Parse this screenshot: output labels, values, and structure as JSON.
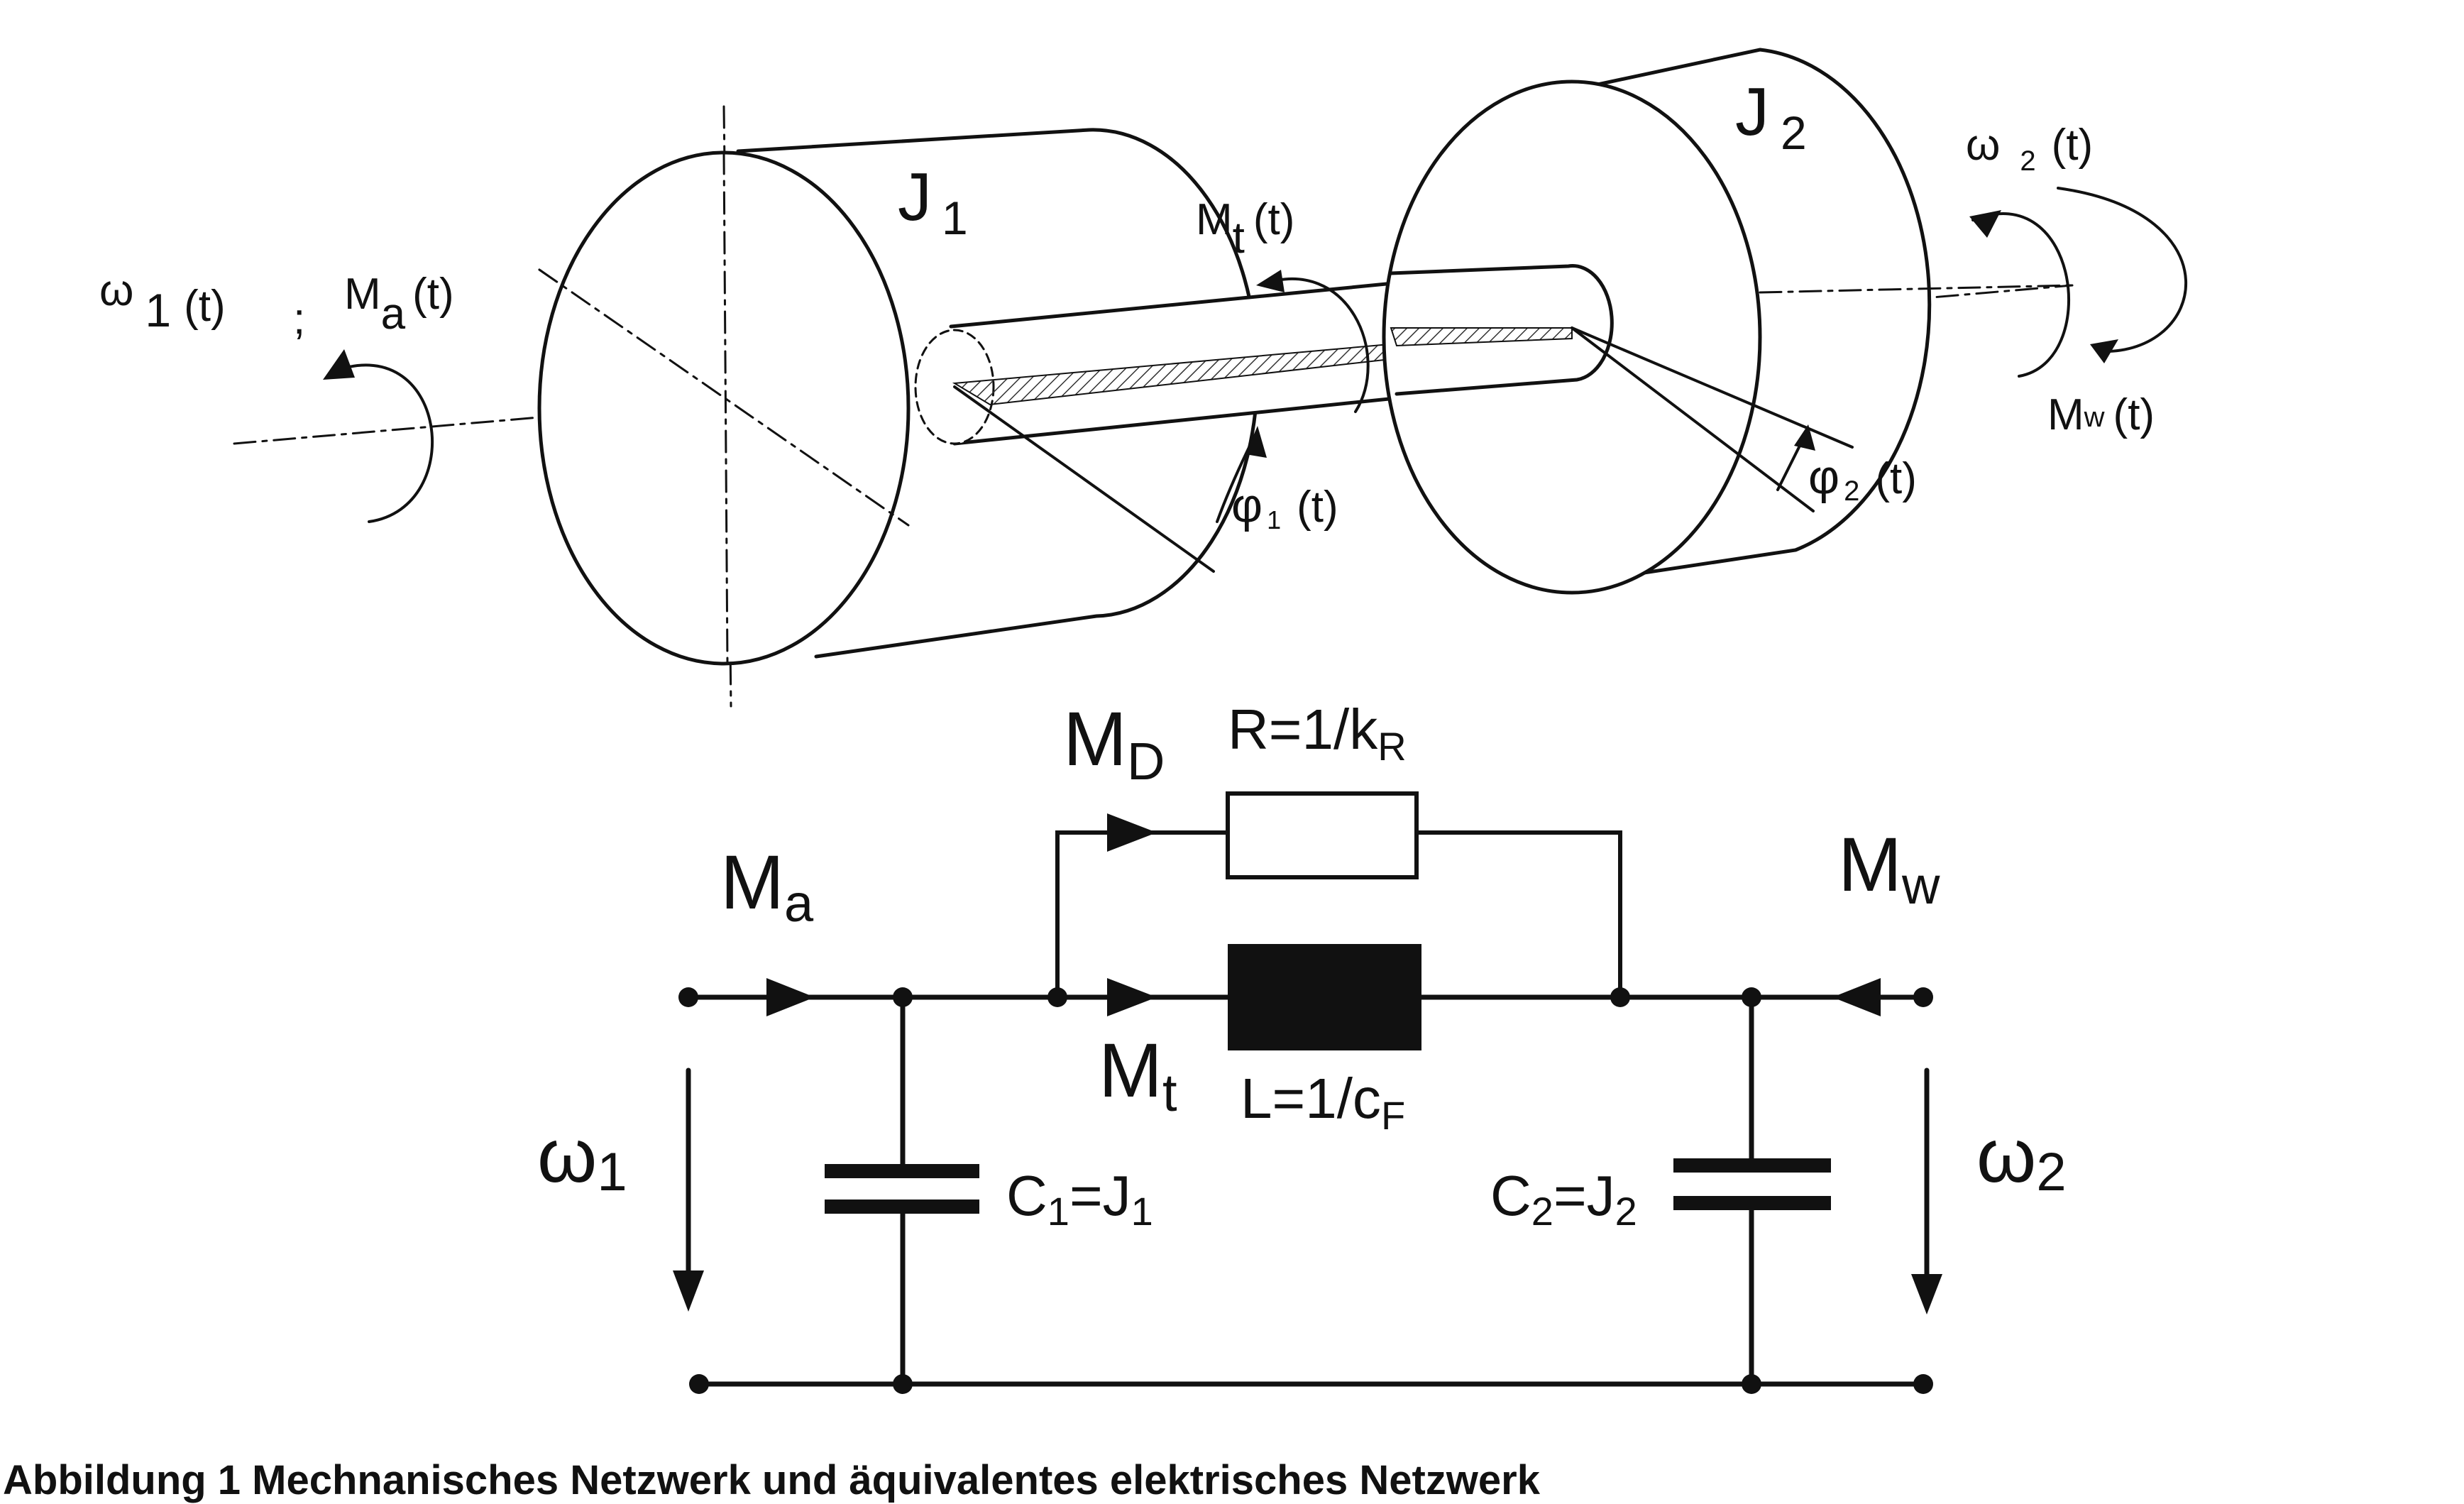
{
  "mechanical": {
    "j1": "J",
    "j1_sub": "1",
    "j2": "J",
    "j2_sub": "2",
    "omega1": "ω",
    "omega1_sub": "1",
    "omega1_t": "(t)",
    "separator": ";",
    "ma_main": "M",
    "ma_sub": "a",
    "ma_t": "(t)",
    "mt_main": "M",
    "mt_sub": "t",
    "mt_t": "(t)",
    "omega2": "ω",
    "omega2_sub": "2",
    "omega2_t": "(t)",
    "mw_main": "M",
    "mw_sub": "w",
    "mw_t": "(t)",
    "phi1": "φ",
    "phi1_sub": "1",
    "phi1_t": "(t)",
    "phi2": "φ",
    "phi2_sub": "2",
    "phi2_t": "(t)"
  },
  "electrical": {
    "md_main": "M",
    "md_sub": "D",
    "r_main": "R=1/k",
    "r_sub": "R",
    "ma_main": "M",
    "ma_sub": "a",
    "mw_main": "M",
    "mw_sub": "w",
    "mt_main": "M",
    "mt_sub": "t",
    "l_main": "L=1/c",
    "l_sub": "F",
    "omega1": "ω",
    "omega1_sub": "1",
    "omega2": "ω",
    "omega2_sub": "2",
    "c1_a": "C",
    "c1_a_sub": "1",
    "c1_b": "=J",
    "c1_b_sub": "1",
    "c2_a": "C",
    "c2_a_sub": "2",
    "c2_b": "=J",
    "c2_b_sub": "2"
  },
  "caption": "Abbildung 1 Mechnanisches Netzwerk und äquivalentes elektrisches Netzwerk"
}
